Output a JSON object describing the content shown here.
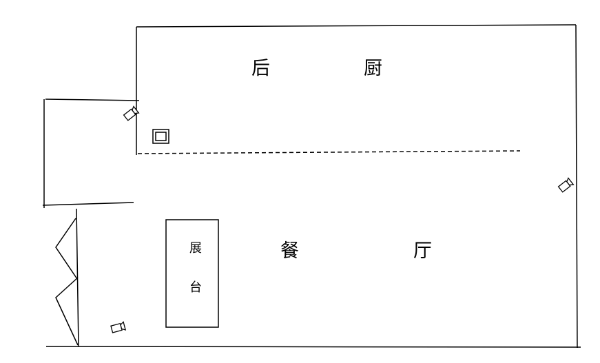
{
  "rooms": {
    "kitchen": {
      "char1": "后",
      "char2": "厨"
    },
    "dining": {
      "char1": "餐",
      "char2": "厅"
    },
    "display": {
      "char1": "展",
      "char2": "台"
    }
  },
  "icons": {
    "camera": "security-camera-icon",
    "square": "square-marker-icon"
  },
  "colors": {
    "line": "#000000",
    "background": "#ffffff"
  }
}
